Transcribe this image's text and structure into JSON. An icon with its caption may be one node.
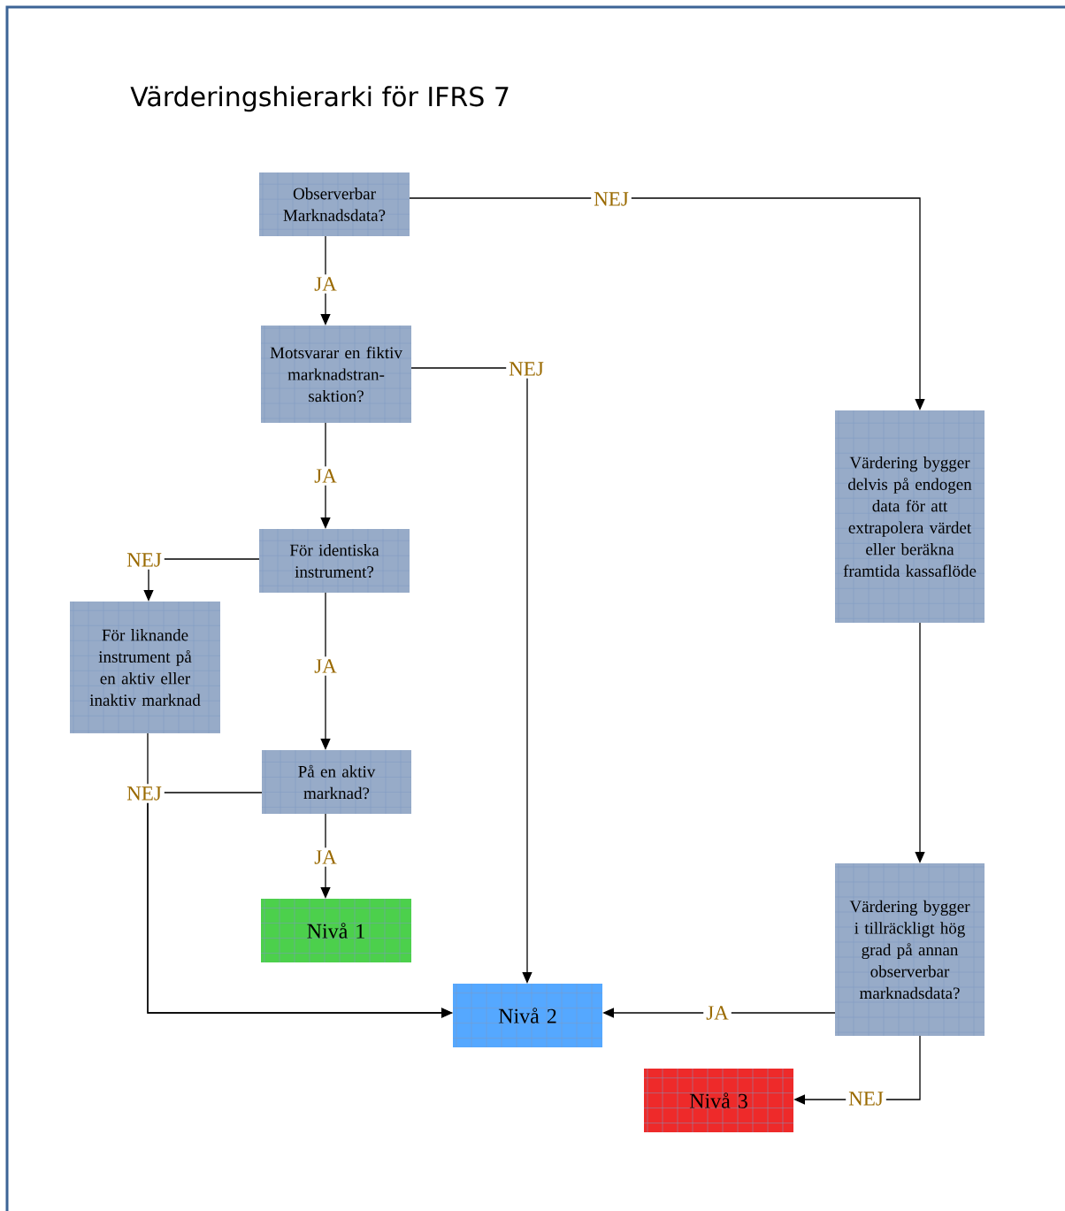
{
  "diagram": {
    "title": "Värderingshierarki för IFRS 7",
    "nodes": [
      {
        "text": [
          "Observerbar Marknadsdata?"
        ]
      },
      {
        "text": [
          "Motsvarar en fiktiv marknadstran- saktion?"
        ]
      },
      {
        "text": [
          "För identiska instrument?"
        ]
      },
      {
        "text": [
          "För liknande instrument på en aktiv eller inaktiv marknad"
        ]
      },
      {
        "text": [
          "På en aktiv marknad?"
        ]
      },
      {
        "text": [
          "Nivå 1"
        ]
      },
      {
        "text": [
          "Nivå 2"
        ]
      },
      {
        "text": [
          "Värdering bygger delvis på endogen data för att extrapolera värdet eller beräkna framtida kassaflöde"
        ]
      },
      {
        "text": [
          "Värdering bygger i tillräckligt hög grad på annan observerbar marknadsdata?"
        ]
      },
      {
        "text": [
          "Nivå 3"
        ]
      }
    ],
    "edges": [
      {
        "from": 0,
        "to": 1,
        "arrow": "to",
        "label": "JA"
      },
      {
        "from": 0,
        "to": 7,
        "arrow": "to",
        "label": "NEJ"
      },
      {
        "from": 1,
        "to": 6,
        "arrow": "to",
        "label": "NEJ"
      },
      {
        "from": 1,
        "to": 2,
        "arrow": "to",
        "label": "JA"
      },
      {
        "from": 2,
        "to": 3,
        "arrow": "to",
        "label": "NEJ"
      },
      {
        "from": 2,
        "to": 4,
        "arrow": "to",
        "label": "JA"
      },
      {
        "from": 4,
        "to": 5,
        "arrow": "to",
        "label": "JA"
      },
      {
        "from": 3,
        "to": 6,
        "arrow": "to"
      },
      {
        "from": 4,
        "to": 6,
        "arrow": "to",
        "label": "NEJ"
      },
      {
        "from": 7,
        "to": 8,
        "arrow": "to"
      },
      {
        "from": 8,
        "to": 6,
        "arrow": "to",
        "label": "JA"
      },
      {
        "from": 8,
        "to": 9,
        "arrow": "to",
        "label": "NEJ"
      }
    ]
  }
}
